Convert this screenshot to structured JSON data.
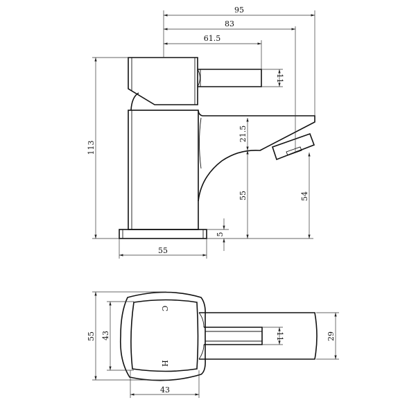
{
  "side_view": {
    "dimensions": {
      "overall_reach": "95",
      "lever_end_reach": "83",
      "lever_length": "61.5",
      "lever_thickness": "11",
      "overall_height": "113",
      "spout_depth": "21.5",
      "spout_height": "55",
      "outlet_height": "54",
      "base_thickness": "5",
      "base_width": "55"
    }
  },
  "top_view": {
    "labels": {
      "cold": "C",
      "hot": "H"
    },
    "dimensions": {
      "outer_depth": "55",
      "inner_depth": "43",
      "inner_width": "43",
      "lever_thickness": "11",
      "spout_width": "29"
    }
  },
  "colors": {
    "line": "#111111",
    "background": "#ffffff"
  }
}
